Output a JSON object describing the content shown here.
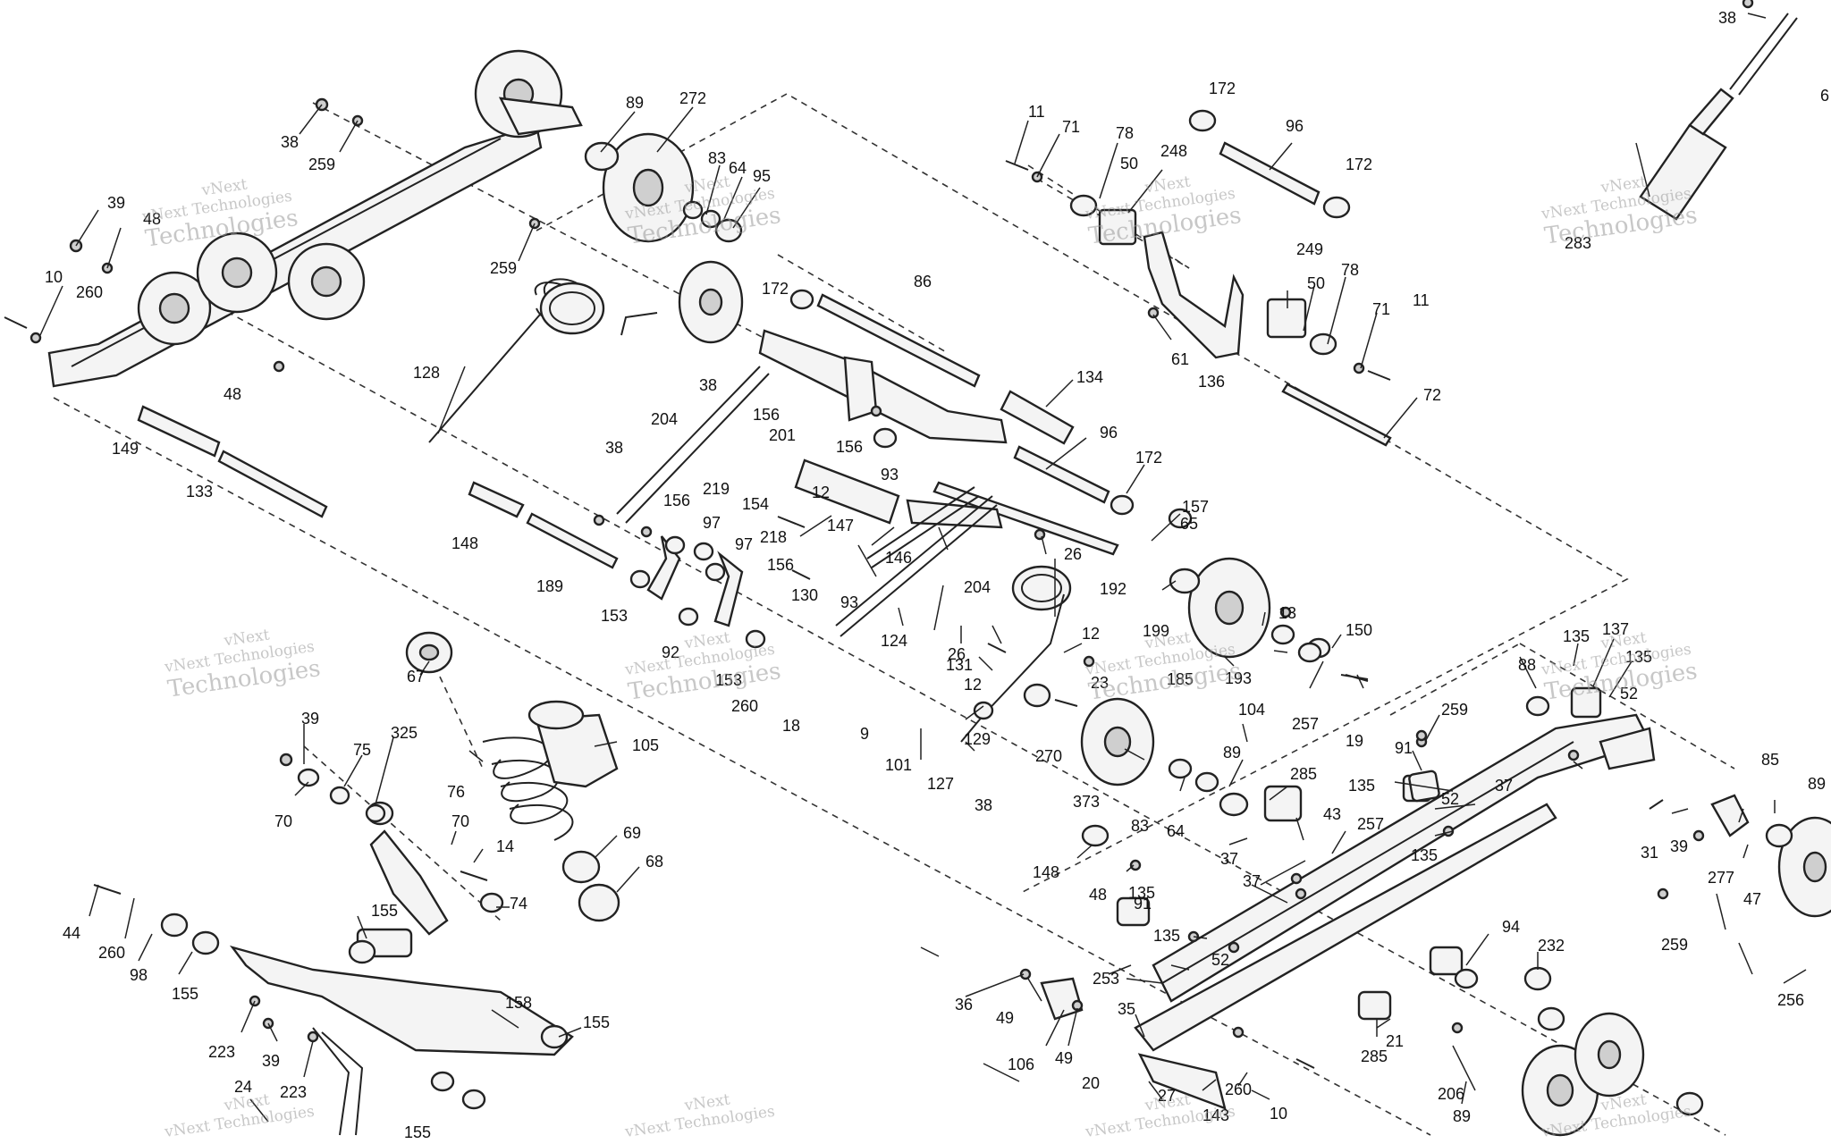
{
  "watermark": {
    "line1": "vNext",
    "line2": "vNext Technologies",
    "line3": "Technologies"
  },
  "callouts": [
    {
      "id": "c1",
      "text": "38"
    },
    {
      "id": "c2",
      "text": "259"
    },
    {
      "id": "c3",
      "text": "89"
    },
    {
      "id": "c4",
      "text": "272"
    },
    {
      "id": "c5",
      "text": "83"
    },
    {
      "id": "c6",
      "text": "64"
    },
    {
      "id": "c7",
      "text": "95"
    },
    {
      "id": "c8",
      "text": "39"
    },
    {
      "id": "c9",
      "text": "48"
    },
    {
      "id": "c10",
      "text": "10"
    },
    {
      "id": "c11",
      "text": "260"
    },
    {
      "id": "c12",
      "text": "259"
    },
    {
      "id": "c13",
      "text": "128"
    },
    {
      "id": "c14",
      "text": "48"
    },
    {
      "id": "c15",
      "text": "149"
    },
    {
      "id": "c16",
      "text": "133"
    },
    {
      "id": "c17",
      "text": "172"
    },
    {
      "id": "c18",
      "text": "86"
    },
    {
      "id": "c19",
      "text": "38"
    },
    {
      "id": "c20",
      "text": "156"
    },
    {
      "id": "c21",
      "text": "201"
    },
    {
      "id": "c22",
      "text": "204"
    },
    {
      "id": "c23",
      "text": "38"
    },
    {
      "id": "c24",
      "text": "156"
    },
    {
      "id": "c25",
      "text": "93"
    },
    {
      "id": "c26",
      "text": "148"
    },
    {
      "id": "c27",
      "text": "189"
    },
    {
      "id": "c28",
      "text": "219"
    },
    {
      "id": "c29",
      "text": "156"
    },
    {
      "id": "c30",
      "text": "97"
    },
    {
      "id": "c31",
      "text": "154"
    },
    {
      "id": "c32",
      "text": "97"
    },
    {
      "id": "c33",
      "text": "218"
    },
    {
      "id": "c34",
      "text": "156"
    },
    {
      "id": "c35",
      "text": "12"
    },
    {
      "id": "c36",
      "text": "147"
    },
    {
      "id": "c37",
      "text": "153"
    },
    {
      "id": "c38",
      "text": "130"
    },
    {
      "id": "c39",
      "text": "92"
    },
    {
      "id": "c40",
      "text": "93"
    },
    {
      "id": "c41",
      "text": "153"
    },
    {
      "id": "c42",
      "text": "260"
    },
    {
      "id": "c43",
      "text": "18"
    },
    {
      "id": "c44",
      "text": "11"
    },
    {
      "id": "c45",
      "text": "71"
    },
    {
      "id": "c46",
      "text": "78"
    },
    {
      "id": "c47",
      "text": "50"
    },
    {
      "id": "c48",
      "text": "248"
    },
    {
      "id": "c49",
      "text": "172"
    },
    {
      "id": "c50",
      "text": "96"
    },
    {
      "id": "c51",
      "text": "172"
    },
    {
      "id": "c52",
      "text": "249"
    },
    {
      "id": "c53",
      "text": "50"
    },
    {
      "id": "c54",
      "text": "78"
    },
    {
      "id": "c55",
      "text": "71"
    },
    {
      "id": "c56",
      "text": "11"
    },
    {
      "id": "c57",
      "text": "61"
    },
    {
      "id": "c58",
      "text": "136"
    },
    {
      "id": "c59",
      "text": "72"
    },
    {
      "id": "c60",
      "text": "134"
    },
    {
      "id": "c61",
      "text": "96"
    },
    {
      "id": "c62",
      "text": "172"
    },
    {
      "id": "c63",
      "text": "157"
    },
    {
      "id": "c64",
      "text": "65"
    },
    {
      "id": "c65",
      "text": "26"
    },
    {
      "id": "c66",
      "text": "146"
    },
    {
      "id": "c67",
      "text": "204"
    },
    {
      "id": "c68",
      "text": "192"
    },
    {
      "id": "c69",
      "text": "199"
    },
    {
      "id": "c70",
      "text": "124"
    },
    {
      "id": "c71",
      "text": "26"
    },
    {
      "id": "c72",
      "text": "131"
    },
    {
      "id": "c73",
      "text": "12"
    },
    {
      "id": "c74",
      "text": "12"
    },
    {
      "id": "c75",
      "text": "13"
    },
    {
      "id": "c76",
      "text": "150"
    },
    {
      "id": "c77",
      "text": "193"
    },
    {
      "id": "c78",
      "text": "104"
    },
    {
      "id": "c79",
      "text": "257"
    },
    {
      "id": "c80",
      "text": "19"
    },
    {
      "id": "c81",
      "text": "185"
    },
    {
      "id": "c82",
      "text": "23"
    },
    {
      "id": "c83",
      "text": "270"
    },
    {
      "id": "c84",
      "text": "129"
    },
    {
      "id": "c85",
      "text": "9"
    },
    {
      "id": "c86",
      "text": "101"
    },
    {
      "id": "c87",
      "text": "127"
    },
    {
      "id": "c88",
      "text": "38"
    },
    {
      "id": "c89",
      "text": "373"
    },
    {
      "id": "c90",
      "text": "89"
    },
    {
      "id": "c91",
      "text": "285"
    },
    {
      "id": "c92",
      "text": "43"
    },
    {
      "id": "c93",
      "text": "257"
    },
    {
      "id": "c94",
      "text": "83"
    },
    {
      "id": "c95",
      "text": "64"
    },
    {
      "id": "c96",
      "text": "37"
    },
    {
      "id": "c97",
      "text": "148"
    },
    {
      "id": "c98",
      "text": "48"
    },
    {
      "id": "c99",
      "text": "38"
    },
    {
      "id": "c100",
      "text": "283"
    },
    {
      "id": "c101",
      "text": "6"
    },
    {
      "id": "c102",
      "text": "88"
    },
    {
      "id": "c103",
      "text": "135"
    },
    {
      "id": "c104",
      "text": "137"
    },
    {
      "id": "c105",
      "text": "135"
    },
    {
      "id": "c106",
      "text": "52"
    },
    {
      "id": "c107",
      "text": "259"
    },
    {
      "id": "c108",
      "text": "91"
    },
    {
      "id": "c109",
      "text": "37"
    },
    {
      "id": "c110",
      "text": "135"
    },
    {
      "id": "c111",
      "text": "52"
    },
    {
      "id": "c112",
      "text": "135"
    },
    {
      "id": "c113",
      "text": "85"
    },
    {
      "id": "c114",
      "text": "89"
    },
    {
      "id": "c115",
      "text": "31"
    },
    {
      "id": "c116",
      "text": "39"
    },
    {
      "id": "c117",
      "text": "277"
    },
    {
      "id": "c118",
      "text": "47"
    },
    {
      "id": "c119",
      "text": "259"
    },
    {
      "id": "c120",
      "text": "256"
    },
    {
      "id": "c121",
      "text": "37"
    },
    {
      "id": "c122",
      "text": "135"
    },
    {
      "id": "c123",
      "text": "91"
    },
    {
      "id": "c124",
      "text": "135"
    },
    {
      "id": "c125",
      "text": "52"
    },
    {
      "id": "c126",
      "text": "94"
    },
    {
      "id": "c127",
      "text": "232"
    },
    {
      "id": "c128",
      "text": "253"
    },
    {
      "id": "c129",
      "text": "36"
    },
    {
      "id": "c130",
      "text": "49"
    },
    {
      "id": "c131",
      "text": "35"
    },
    {
      "id": "c132",
      "text": "106"
    },
    {
      "id": "c133",
      "text": "49"
    },
    {
      "id": "c134",
      "text": "20"
    },
    {
      "id": "c135",
      "text": "285"
    },
    {
      "id": "c136",
      "text": "21"
    },
    {
      "id": "c137",
      "text": "27"
    },
    {
      "id": "c138",
      "text": "143"
    },
    {
      "id": "c139",
      "text": "260"
    },
    {
      "id": "c140",
      "text": "10"
    },
    {
      "id": "c141",
      "text": "206"
    },
    {
      "id": "c142",
      "text": "89"
    },
    {
      "id": "c143",
      "text": "67"
    },
    {
      "id": "c144",
      "text": "105"
    },
    {
      "id": "c145",
      "text": "76"
    },
    {
      "id": "c146",
      "text": "39"
    },
    {
      "id": "c147",
      "text": "75"
    },
    {
      "id": "c148",
      "text": "325"
    },
    {
      "id": "c149",
      "text": "70"
    },
    {
      "id": "c150",
      "text": "70"
    },
    {
      "id": "c151",
      "text": "14"
    },
    {
      "id": "c152",
      "text": "69"
    },
    {
      "id": "c153",
      "text": "68"
    },
    {
      "id": "c154",
      "text": "74"
    },
    {
      "id": "c155",
      "text": "44"
    },
    {
      "id": "c156",
      "text": "260"
    },
    {
      "id": "c157",
      "text": "98"
    },
    {
      "id": "c158",
      "text": "155"
    },
    {
      "id": "c159",
      "text": "155"
    },
    {
      "id": "c160",
      "text": "158"
    },
    {
      "id": "c161",
      "text": "155"
    },
    {
      "id": "c162",
      "text": "223"
    },
    {
      "id": "c163",
      "text": "39"
    },
    {
      "id": "c164",
      "text": "223"
    },
    {
      "id": "c165",
      "text": "24"
    },
    {
      "id": "c166",
      "text": "155"
    }
  ]
}
